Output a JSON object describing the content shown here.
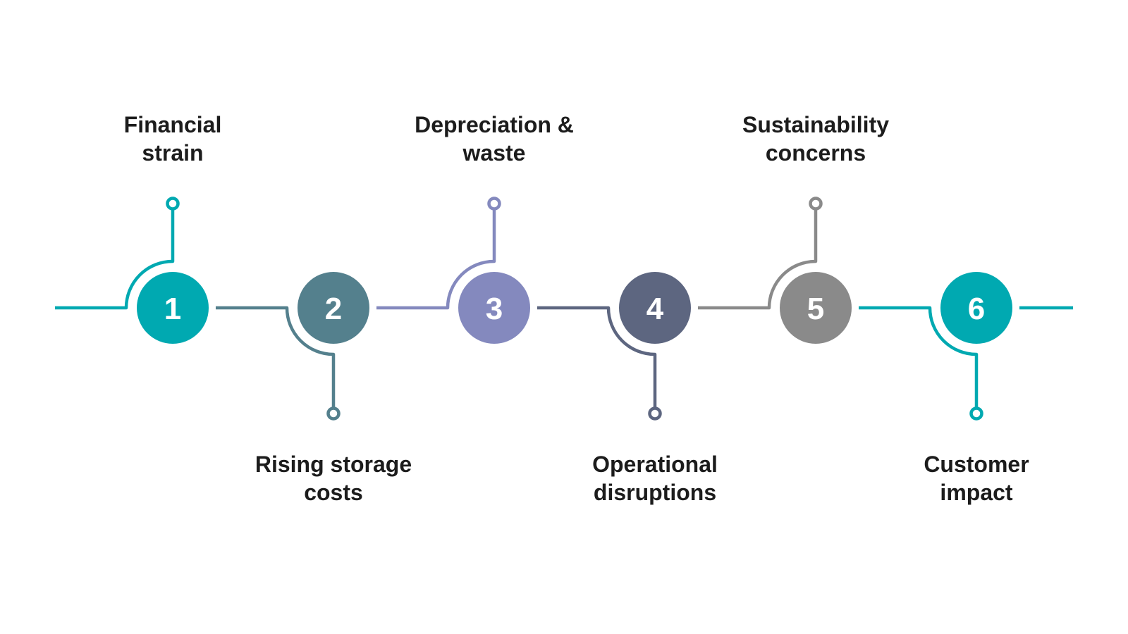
{
  "diagram": {
    "type": "horizontal-process-timeline",
    "background_color": "#ffffff",
    "text_color": "#1c1c1c",
    "nodes": [
      {
        "number": "1",
        "label": "Financial strain",
        "label_lines": [
          "Financial",
          "strain"
        ],
        "color": "#00a9b1",
        "label_position": "above"
      },
      {
        "number": "2",
        "label": "Rising storage costs",
        "label_lines": [
          "Rising storage",
          "costs"
        ],
        "color": "#54808d",
        "label_position": "below"
      },
      {
        "number": "3",
        "label": "Depreciation & waste",
        "label_lines": [
          "Depreciation &",
          "waste"
        ],
        "color": "#8489be",
        "label_position": "above"
      },
      {
        "number": "4",
        "label": "Operational disruptions",
        "label_lines": [
          "Operational",
          "disruptions"
        ],
        "color": "#5d6680",
        "label_position": "below"
      },
      {
        "number": "5",
        "label": "Sustainability concerns",
        "label_lines": [
          "Sustainability",
          "concerns"
        ],
        "color": "#8a8a8a",
        "label_position": "above"
      },
      {
        "number": "6",
        "label": "Customer impact",
        "label_lines": [
          "Customer",
          "impact"
        ],
        "color": "#00a9b1",
        "label_position": "below"
      }
    ]
  }
}
